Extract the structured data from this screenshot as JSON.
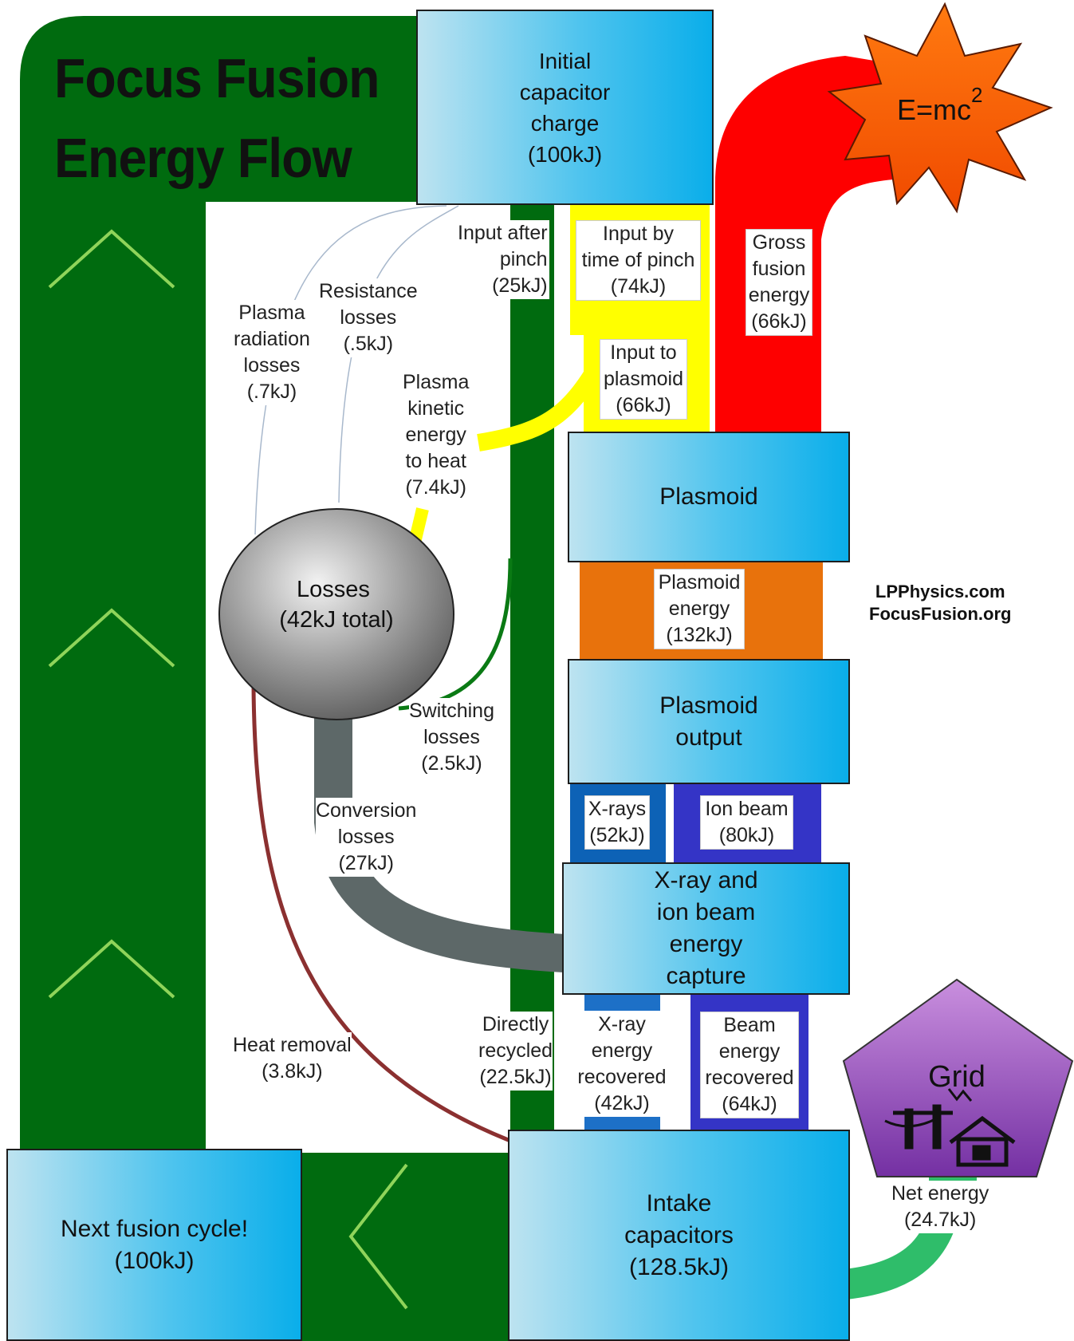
{
  "title": {
    "line1": "Focus Fusion",
    "line2": "Energy Flow"
  },
  "nodes": {
    "initial": {
      "lines": [
        "Initial",
        "capacitor",
        "charge",
        "(100kJ)"
      ]
    },
    "emc": {
      "text": "E=mc",
      "sup": "2"
    },
    "plasmoid": {
      "lines": [
        "Plasmoid"
      ]
    },
    "plasmoid_output": {
      "lines": [
        "Plasmoid",
        "output"
      ]
    },
    "capture": {
      "lines": [
        "X-ray and",
        "ion beam",
        "energy",
        "capture"
      ]
    },
    "intake": {
      "lines": [
        "Intake",
        "capacitors",
        "(128.5kJ)"
      ]
    },
    "next_cycle": {
      "lines": [
        "Next fusion cycle!",
        "(100kJ)"
      ]
    },
    "losses": {
      "lines": [
        "Losses",
        "(42kJ total)"
      ]
    },
    "grid": {
      "label": "Grid"
    }
  },
  "flows": {
    "input_after_pinch": {
      "lines": [
        "Input after",
        "pinch",
        "(25kJ)"
      ]
    },
    "input_by_pinch": {
      "lines": [
        "Input by",
        "time of pinch",
        "(74kJ)"
      ]
    },
    "input_to_plasmoid": {
      "lines": [
        "Input to",
        "plasmoid",
        "(66kJ)"
      ]
    },
    "gross_fusion": {
      "lines": [
        "Gross",
        "fusion",
        "energy",
        "(66kJ)"
      ]
    },
    "resistance": {
      "lines": [
        "Resistance",
        "losses",
        "(.5kJ)"
      ]
    },
    "plasma_radiation": {
      "lines": [
        "Plasma",
        "radiation",
        "losses",
        "(.7kJ)"
      ]
    },
    "plasma_kinetic": {
      "lines": [
        "Plasma",
        "kinetic",
        "energy",
        "to heat",
        "(7.4kJ)"
      ]
    },
    "plasmoid_energy": {
      "lines": [
        "Plasmoid",
        "energy",
        "(132kJ)"
      ]
    },
    "switching": {
      "lines": [
        "Switching",
        "losses",
        "(2.5kJ)"
      ]
    },
    "conversion": {
      "lines": [
        "Conversion",
        "losses",
        "(27kJ)"
      ]
    },
    "xrays": {
      "lines": [
        "X-rays",
        "(52kJ)"
      ]
    },
    "ion_beam": {
      "lines": [
        "Ion beam",
        "(80kJ)"
      ]
    },
    "heat_removal": {
      "lines": [
        "Heat removal",
        "(3.8kJ)"
      ]
    },
    "directly_recycled": {
      "lines": [
        "Directly",
        "recycled",
        "(22.5kJ)"
      ]
    },
    "xray_recovered": {
      "lines": [
        "X-ray",
        "energy",
        "recovered",
        "(42kJ)"
      ]
    },
    "beam_recovered": {
      "lines": [
        "Beam",
        "energy",
        "recovered",
        "(64kJ)"
      ]
    },
    "net_energy": {
      "lines": [
        "Net energy",
        "(24.7kJ)"
      ]
    }
  },
  "credits": {
    "line1": "LPPhysics.com",
    "line2": "FocusFusion.org"
  },
  "colors": {
    "recycle_green": "#006b0f",
    "chevron": "#8fd45a",
    "yellow": "#ffff00",
    "red": "#fe0000",
    "orange": "#e8720c",
    "xray_blue": "#0d62b6",
    "ion_blue": "#3434c6",
    "loss_gray": "#5d6868",
    "heat_brown": "#8b3030",
    "net_green": "#2fbd6a",
    "grid_purple": "#8e49b8"
  }
}
